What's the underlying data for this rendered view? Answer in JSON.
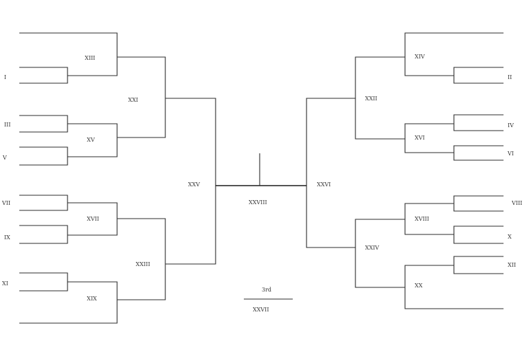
{
  "seeds": {
    "s1": "I",
    "s2": "II",
    "s3": "III",
    "s4": "IV",
    "s5": "V",
    "s6": "VI",
    "s7": "VII",
    "s8": "VIII",
    "s9": "IX",
    "s10": "X",
    "s11": "XI",
    "s12": "XII"
  },
  "matches": {
    "m13": "XIII",
    "m14": "XIV",
    "m15": "XV",
    "m16": "XVI",
    "m17": "XVII",
    "m18": "XVIII",
    "m19": "XIX",
    "m20": "XX",
    "m21": "XXI",
    "m22": "XXII",
    "m23": "XXIII",
    "m24": "XXIV",
    "m25": "XXV",
    "m26": "XXVI",
    "m27": "XXVII",
    "m28": "XXVIII"
  },
  "third_place_label": "3rd"
}
